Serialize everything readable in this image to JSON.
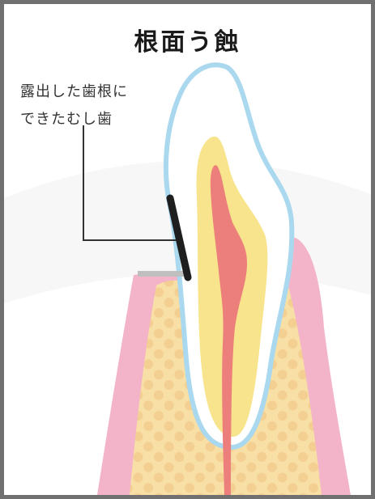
{
  "title": "根面う蝕",
  "annotation": {
    "line1": "露出した歯根に",
    "line2": "できたむし歯"
  },
  "colors": {
    "frame": "#707070",
    "gum": "#f3b3c9",
    "bone": "#f8dfa6",
    "bone_dots": "#f3c98a",
    "tooth_outline": "#a9d8ef",
    "dentin": "#f7e48c",
    "pulp": "#ec7f7b",
    "caries": "#1f1f1f",
    "exposed_root_mark": "#bfbfbf",
    "leader_line": "#333333"
  }
}
